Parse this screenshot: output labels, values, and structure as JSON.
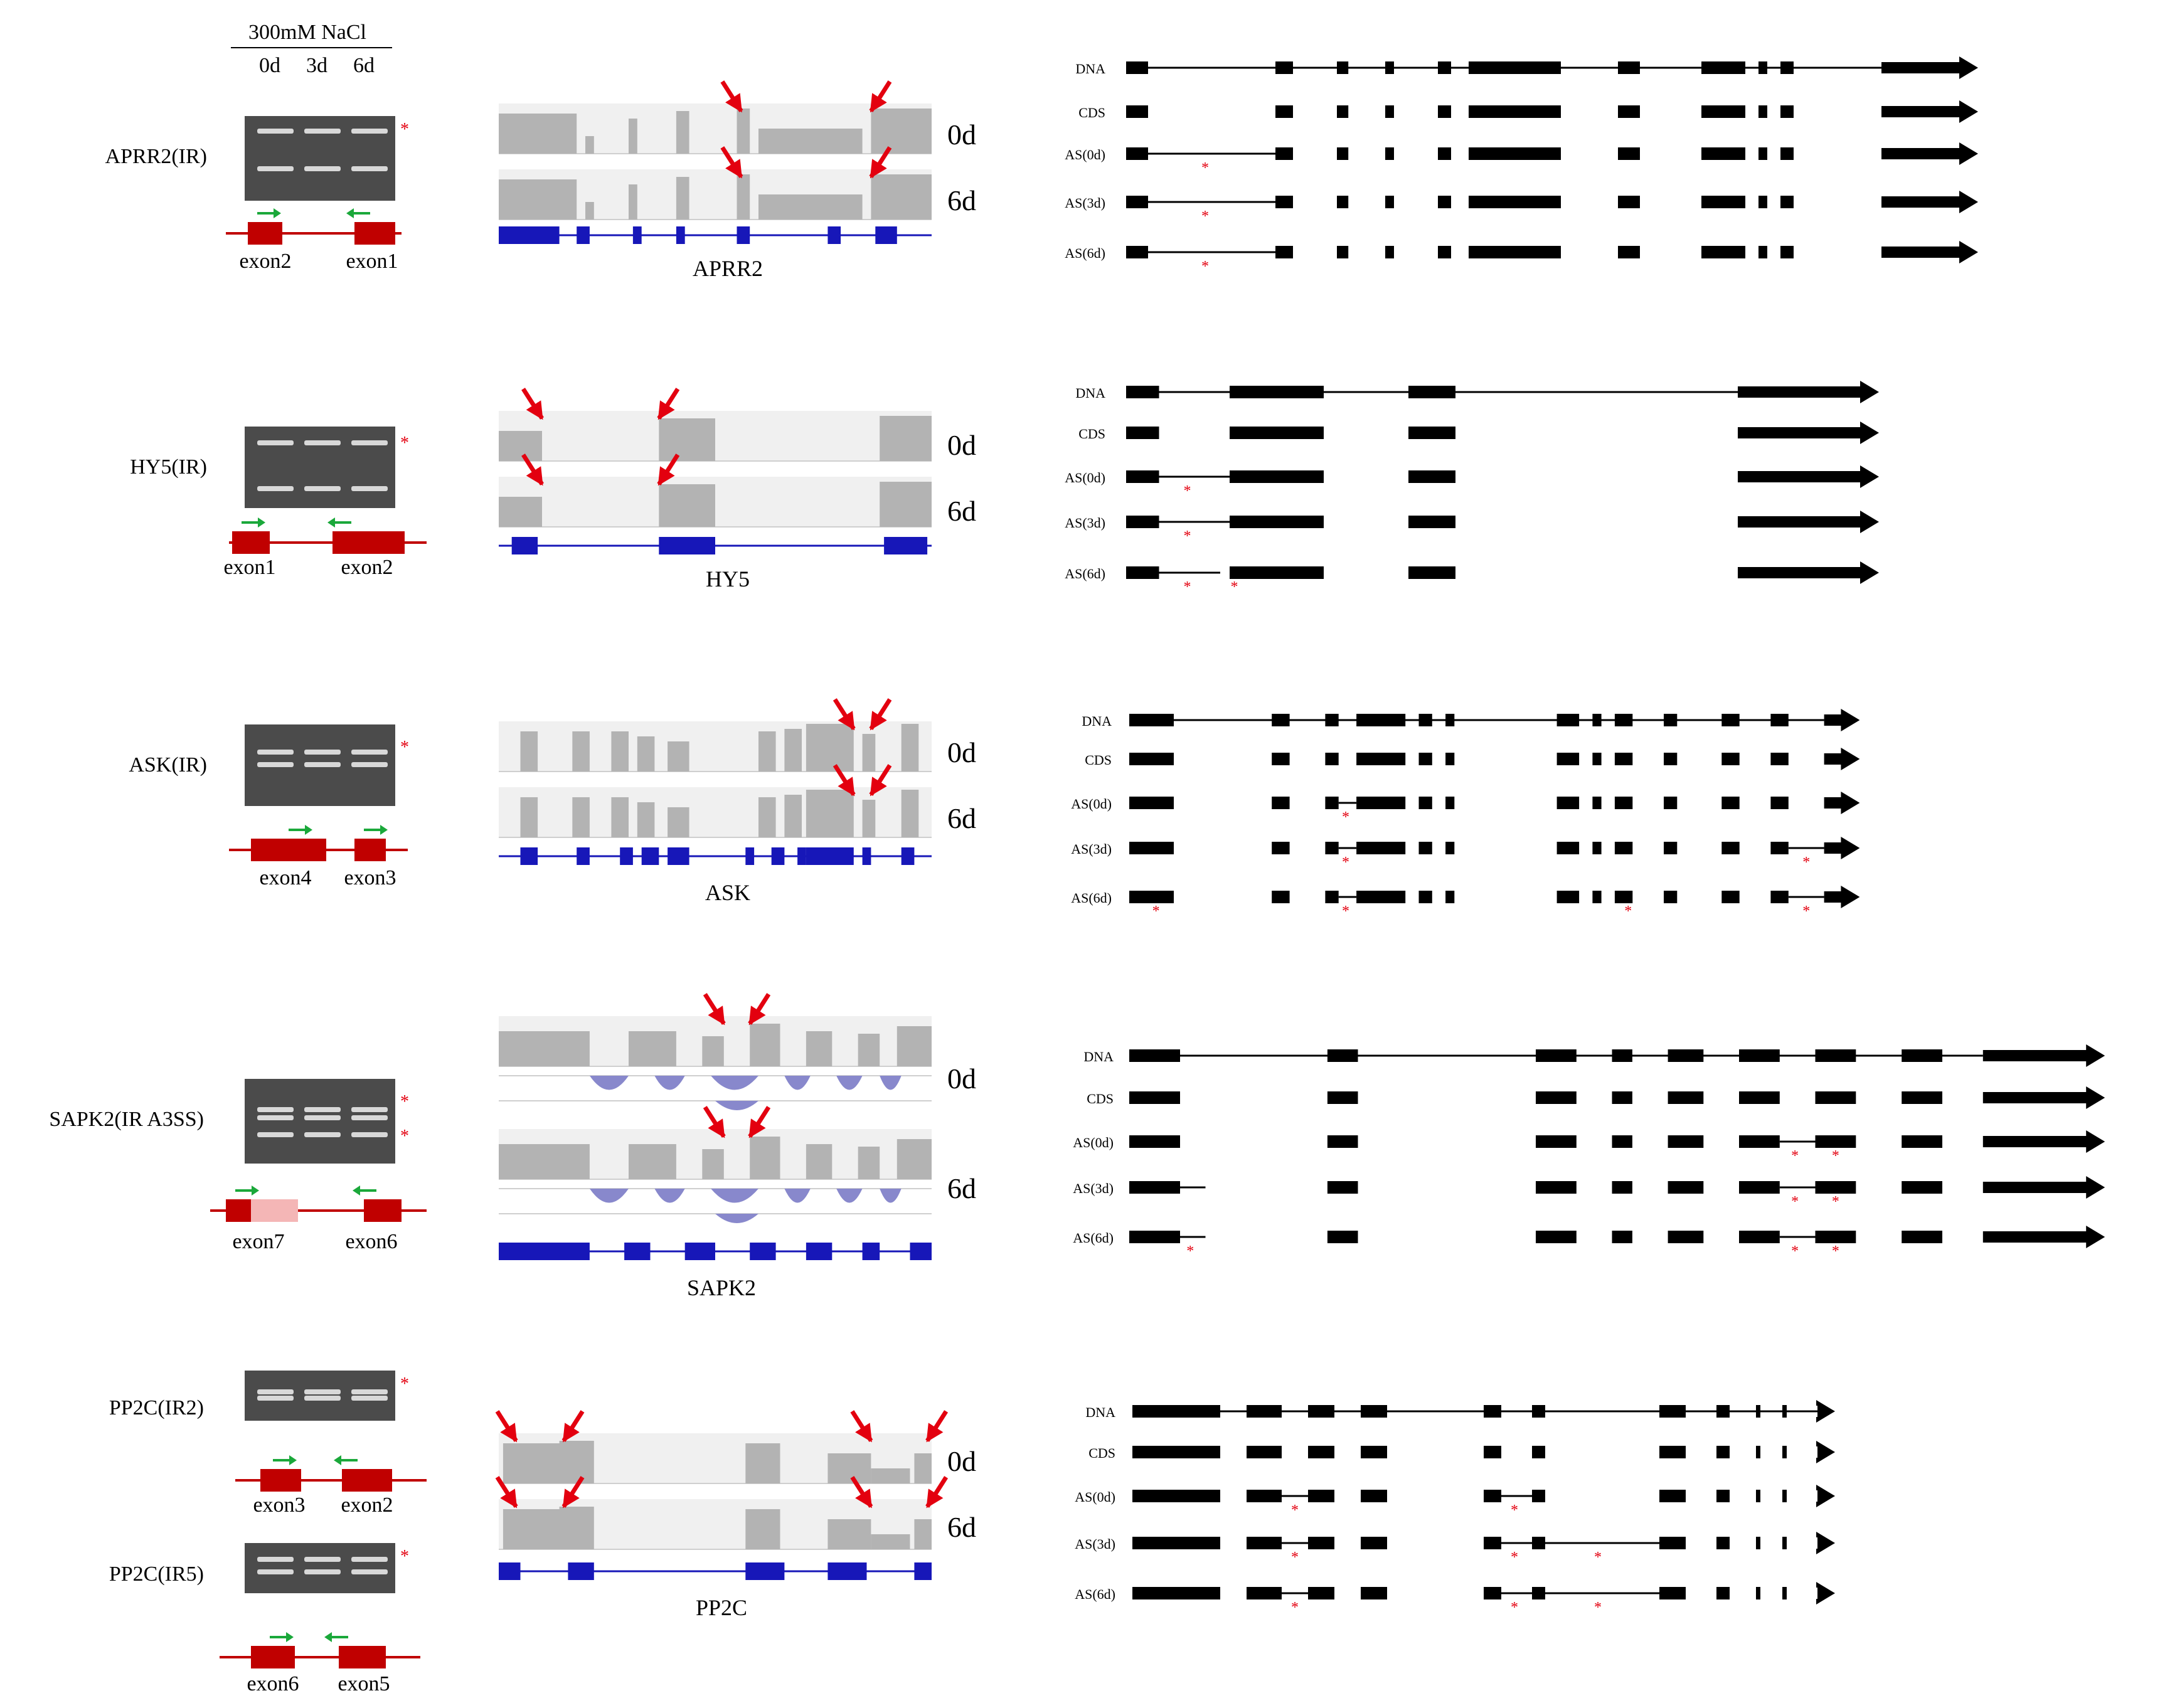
{
  "header": {
    "condition": "300mM NaCl",
    "days": [
      "0d",
      "3d",
      "6d"
    ]
  },
  "colors": {
    "exon_red": "#c00000",
    "exon_pink": "#f4b6b6",
    "primer_green": "#1aa83a",
    "track_blue": "#1717b8",
    "coverage_grey": "#b3b3b3",
    "arrow_red": "#e3000f",
    "model_black": "#000000",
    "sashimi_purple": "#8888cc"
  },
  "track_labels": {
    "top": "0d",
    "bottom": "6d"
  },
  "model_row_labels": [
    "DNA",
    "CDS",
    "AS(0d)",
    "AS(3d)",
    "AS(6d)"
  ],
  "genes": [
    {
      "gel_label": "APRR2(IR)",
      "gel_bands": 2,
      "diagram_exons": [
        "exon2",
        "exon1"
      ],
      "track_name": "APRR2",
      "dna_exons": [
        [
          0,
          0.025
        ],
        [
          0.17,
          0.19
        ],
        [
          0.24,
          0.253
        ],
        [
          0.295,
          0.305
        ],
        [
          0.355,
          0.37
        ],
        [
          0.39,
          0.495
        ],
        [
          0.56,
          0.585
        ],
        [
          0.655,
          0.705
        ],
        [
          0.72,
          0.73
        ],
        [
          0.745,
          0.76
        ],
        [
          0.86,
          0.97
        ]
      ],
      "as_exons": {
        "0d": [
          [
            0,
            0.025
          ],
          [
            0.17,
            0.19
          ],
          [
            0.24,
            0.253
          ],
          [
            0.295,
            0.305
          ],
          [
            0.355,
            0.37
          ],
          [
            0.39,
            0.495
          ],
          [
            0.56,
            0.585
          ],
          [
            0.655,
            0.705
          ],
          [
            0.72,
            0.73
          ],
          [
            0.745,
            0.76
          ],
          [
            0.86,
            0.97
          ]
        ]
      },
      "as_retained": {
        "0d": [
          [
            0.025,
            0.17
          ]
        ],
        "3d": [
          [
            0.025,
            0.17
          ]
        ],
        "6d": [
          [
            0.025,
            0.17
          ]
        ]
      },
      "as_stars": {
        "0d": [
          0.09
        ],
        "3d": [
          0.09
        ],
        "6d": [
          0.09
        ]
      }
    },
    {
      "gel_label": "HY5(IR)",
      "gel_bands": 2,
      "diagram_exons": [
        "exon1",
        "exon2"
      ],
      "track_name": "HY5",
      "dna_exons": [
        [
          0,
          0.035
        ],
        [
          0.11,
          0.21
        ],
        [
          0.3,
          0.35
        ],
        [
          0.65,
          0.8
        ]
      ],
      "as_retained": {
        "0d": [
          [
            0.035,
            0.11
          ]
        ],
        "3d": [
          [
            0.035,
            0.11
          ]
        ],
        "6d": [
          [
            0.035,
            0.1
          ]
        ]
      },
      "as_stars": {
        "0d": [
          0.065
        ],
        "3d": [
          0.065
        ],
        "6d": [
          0.065,
          0.115
        ]
      }
    },
    {
      "gel_label": "ASK(IR)",
      "gel_bands": 2,
      "diagram_exons": [
        "exon4",
        "exon3"
      ],
      "track_name": "ASK",
      "dna_exons": [
        [
          0,
          0.05
        ],
        [
          0.16,
          0.18
        ],
        [
          0.22,
          0.235
        ],
        [
          0.255,
          0.31
        ],
        [
          0.325,
          0.34
        ],
        [
          0.355,
          0.365
        ],
        [
          0.48,
          0.505
        ],
        [
          0.52,
          0.53
        ],
        [
          0.545,
          0.565
        ],
        [
          0.6,
          0.615
        ],
        [
          0.665,
          0.685
        ],
        [
          0.72,
          0.74
        ],
        [
          0.78,
          0.82
        ]
      ],
      "as_retained": {
        "0d": [
          [
            0.235,
            0.255
          ]
        ],
        "3d": [
          [
            0.235,
            0.255
          ],
          [
            0.74,
            0.78
          ]
        ],
        "6d": [
          [
            0.235,
            0.255
          ],
          [
            0.74,
            0.78
          ]
        ]
      },
      "as_stars": {
        "0d": [
          0.243
        ],
        "3d": [
          0.243,
          0.76
        ],
        "6d": [
          0.03,
          0.243,
          0.56,
          0.76
        ]
      }
    },
    {
      "gel_label": "SAPK2(IR A3SS)",
      "gel_bands": 3,
      "diagram_exons": [
        "exon7",
        "exon6"
      ],
      "track_name": "SAPK2",
      "dna_exons": [
        [
          0,
          0.05
        ],
        [
          0.195,
          0.225
        ],
        [
          0.4,
          0.44
        ],
        [
          0.475,
          0.495
        ],
        [
          0.53,
          0.565
        ],
        [
          0.6,
          0.64
        ],
        [
          0.675,
          0.715
        ],
        [
          0.76,
          0.8
        ],
        [
          0.84,
          0.96
        ]
      ],
      "as_retained": {
        "0d": [
          [
            0.64,
            0.675
          ]
        ],
        "3d": [
          [
            0.05,
            0.075
          ],
          [
            0.64,
            0.675
          ]
        ],
        "6d": [
          [
            0.05,
            0.075
          ],
          [
            0.64,
            0.675
          ]
        ]
      },
      "as_stars": {
        "0d": [
          0.655,
          0.695
        ],
        "3d": [
          0.655,
          0.695
        ],
        "6d": [
          0.06,
          0.655,
          0.695
        ]
      }
    },
    {
      "gel_label_1": "PP2C(IR2)",
      "gel_label_2": "PP2C(IR5)",
      "gel_bands": 2,
      "diagram_exons_1": [
        "exon3",
        "exon2"
      ],
      "diagram_exons_2": [
        "exon6",
        "exon5"
      ],
      "track_name": "PP2C",
      "dna_exons": [
        [
          0,
          0.1
        ],
        [
          0.13,
          0.17
        ],
        [
          0.2,
          0.23
        ],
        [
          0.26,
          0.29
        ],
        [
          0.4,
          0.42
        ],
        [
          0.455,
          0.47
        ],
        [
          0.6,
          0.63
        ],
        [
          0.665,
          0.68
        ],
        [
          0.71,
          0.715
        ],
        [
          0.74,
          0.745
        ],
        [
          0.78,
          0.8
        ]
      ],
      "as_retained": {
        "0d": [
          [
            0.17,
            0.2
          ],
          [
            0.42,
            0.455
          ]
        ],
        "3d": [
          [
            0.17,
            0.2
          ],
          [
            0.42,
            0.455
          ],
          [
            0.47,
            0.6
          ]
        ],
        "6d": [
          [
            0.17,
            0.2
          ],
          [
            0.42,
            0.455
          ],
          [
            0.47,
            0.6
          ]
        ]
      },
      "as_stars": {
        "0d": [
          0.185,
          0.435
        ],
        "3d": [
          0.185,
          0.435,
          0.53
        ],
        "6d": [
          0.185,
          0.435,
          0.53
        ]
      }
    }
  ]
}
